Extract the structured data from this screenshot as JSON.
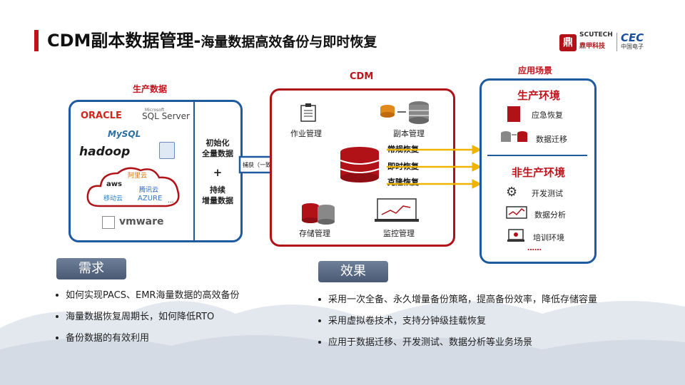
{
  "title": {
    "main": "CDM副本数据管理",
    "sep": "-",
    "sub": "海量数据高效备份与即时恢复"
  },
  "logo": {
    "scutech_en": "SCUTECH",
    "scutech_cn": "鼎甲科技",
    "cec_en": "CEC",
    "cec_cn": "中国电子",
    "mark": "鼎"
  },
  "production": {
    "label": "生产数据",
    "brands": {
      "oracle": "ORACLE",
      "sqlserver_small": "Microsoft",
      "sqlserver": "SQL Server",
      "mysql": "MySQL",
      "hadoop": "hadoop",
      "aliyun": "阿里云",
      "aws": "aws",
      "tencent": "腾讯云",
      "mobile": "移动云",
      "azure": "AZURE",
      "ellipsis": "...",
      "vmware": "vmware"
    },
    "init_line1": "初始化",
    "init_line2": "全量数据",
    "plus": "+",
    "cont_line1": "持续",
    "cont_line2": "增量数据"
  },
  "capture_label": "捕获（一致性数据）/ 管理",
  "cdm": {
    "label": "CDM",
    "job_mgmt": "作业管理",
    "copy_mgmt": "副本管理",
    "storage_mgmt": "存储管理",
    "monitor_mgmt": "监控管理",
    "flows": [
      "常规恢复",
      "即时恢复",
      "克隆恢复"
    ]
  },
  "app": {
    "label": "应用场景",
    "prod_env": "生产环境",
    "prod_items": [
      "应急恢复",
      "数据迁移"
    ],
    "nonprod_env": "非生产环境",
    "nonprod_items": [
      "开发测试",
      "数据分析",
      "培训环境"
    ],
    "ellipsis": "……"
  },
  "needs": {
    "tag": "需求",
    "items": [
      "如何实现PACS、EMR海量数据的高效备份",
      "海量数据恢复周期长，如何降低RTO",
      "备份数据的有效利用"
    ]
  },
  "effects": {
    "tag": "效果",
    "items": [
      "采用一次全备、永久增量备份策略，提高备份效率，降低存储容量",
      "采用虚拟卷技术，支持分钟级挂载恢复",
      "应用于数据迁移、开发测试、数据分析等业务场景"
    ]
  },
  "colors": {
    "accent": "#c0141c",
    "blue": "#1e5aa0",
    "arrow_yellow": "#f0b400"
  }
}
